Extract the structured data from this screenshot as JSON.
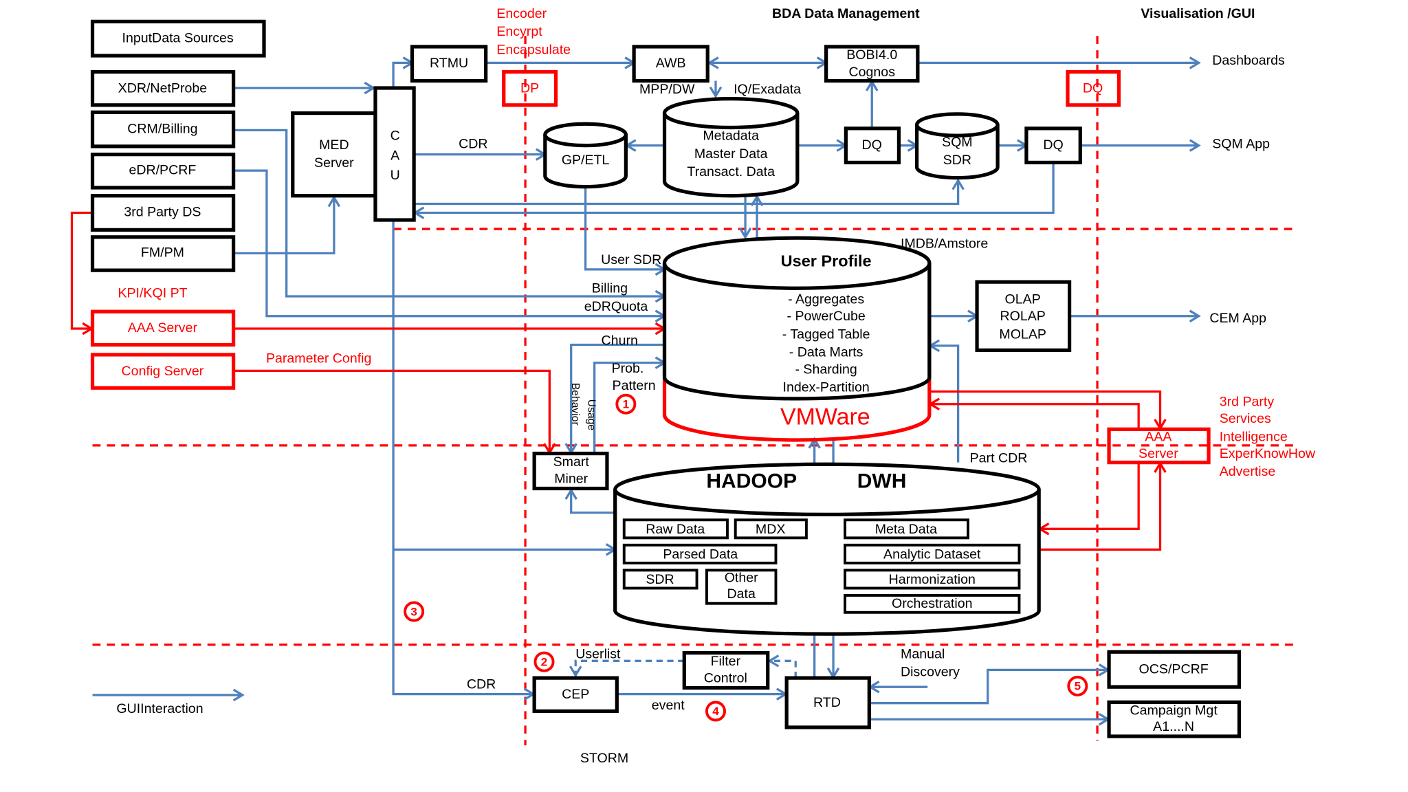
{
  "colors": {
    "flow": "#4f81bd",
    "control": "#ff0000",
    "box": "#000000"
  },
  "headers": {
    "bda": "BDA Data Management",
    "vis": "Visualisation /GUI"
  },
  "encoder": [
    "Encoder",
    "Encyrpt",
    "Encapsulate"
  ],
  "sources": {
    "title": "InputData Sources",
    "items": [
      "XDR/NetProbe",
      "CRM/Billing",
      "eDR/PCRF",
      "3rd Party DS",
      "FM/PM"
    ],
    "kpi": "KPI/KQI PT",
    "aaa": "AAA Server",
    "config": "Config Server",
    "param": "Parameter Config"
  },
  "nodes": {
    "med": [
      "MED",
      "Server"
    ],
    "cau": [
      "C",
      "A",
      "U"
    ],
    "rtmu": "RTMU",
    "awb": "AWB",
    "bobi": [
      "BOBI4.0",
      "Cognos"
    ],
    "dp": "DP",
    "dq_red": "DQ",
    "gp": "GP/ETL",
    "metadata": [
      "Metadata",
      "Master Data",
      "Transact. Data"
    ],
    "dq1": "DQ",
    "sqm": [
      "SQM",
      "SDR"
    ],
    "dq2": "DQ",
    "mpp": "MPP/DW",
    "iq": "IQ/Exadata",
    "cdr": "CDR",
    "imdb": "IMDB/Amstore",
    "olap": [
      "OLAP",
      "ROLAP",
      "MOLAP"
    ],
    "smart": [
      "Smart",
      "Miner"
    ],
    "part_cdr": "Part CDR",
    "aaa2": [
      "AAA",
      "Server"
    ],
    "filter": [
      "Filter",
      "Control"
    ],
    "cep": "CEP",
    "rtd": "RTD",
    "ocs": "OCS/PCRF",
    "campaign": [
      "Campaign Mgt",
      "A1....N"
    ]
  },
  "user_profile": {
    "title": "User Profile",
    "items": [
      "- Aggregates",
      "- PowerCube",
      "- Tagged Table",
      "- Data Marts",
      "- Sharding",
      "Index-Partition"
    ],
    "vmware": "VMWare"
  },
  "flow_labels": {
    "user_sdr": "User SDR",
    "billing": "Billing",
    "edrquota": "eDRQuota",
    "churn": "Churn",
    "prob": [
      "Prob.",
      "Pattern"
    ],
    "baseline": "Behavior",
    "usage": "Usage",
    "userlist": "Userlist",
    "cdr2": "CDR",
    "event": "event",
    "manual": [
      "Manual",
      "Discovery"
    ]
  },
  "hadoop": {
    "title1": "HADOOP",
    "title2": "DWH",
    "left": [
      "Raw Data",
      "MDX",
      "Parsed Data",
      "SDR",
      "Other Data"
    ],
    "right": [
      "Meta Data",
      "Analytic Dataset",
      "Harmonization",
      "Orchestration"
    ]
  },
  "third_party": [
    "3rd Party",
    "Services",
    "Intelligence",
    "ExperKnowHow",
    "Advertise"
  ],
  "outputs": {
    "dashboards": "Dashboards",
    "sqm": "SQM App",
    "cem": "CEM App"
  },
  "markers": [
    "1",
    "2",
    "3",
    "4",
    "5"
  ],
  "legend": {
    "gui": "GUIInteraction"
  },
  "storm": "STORM"
}
